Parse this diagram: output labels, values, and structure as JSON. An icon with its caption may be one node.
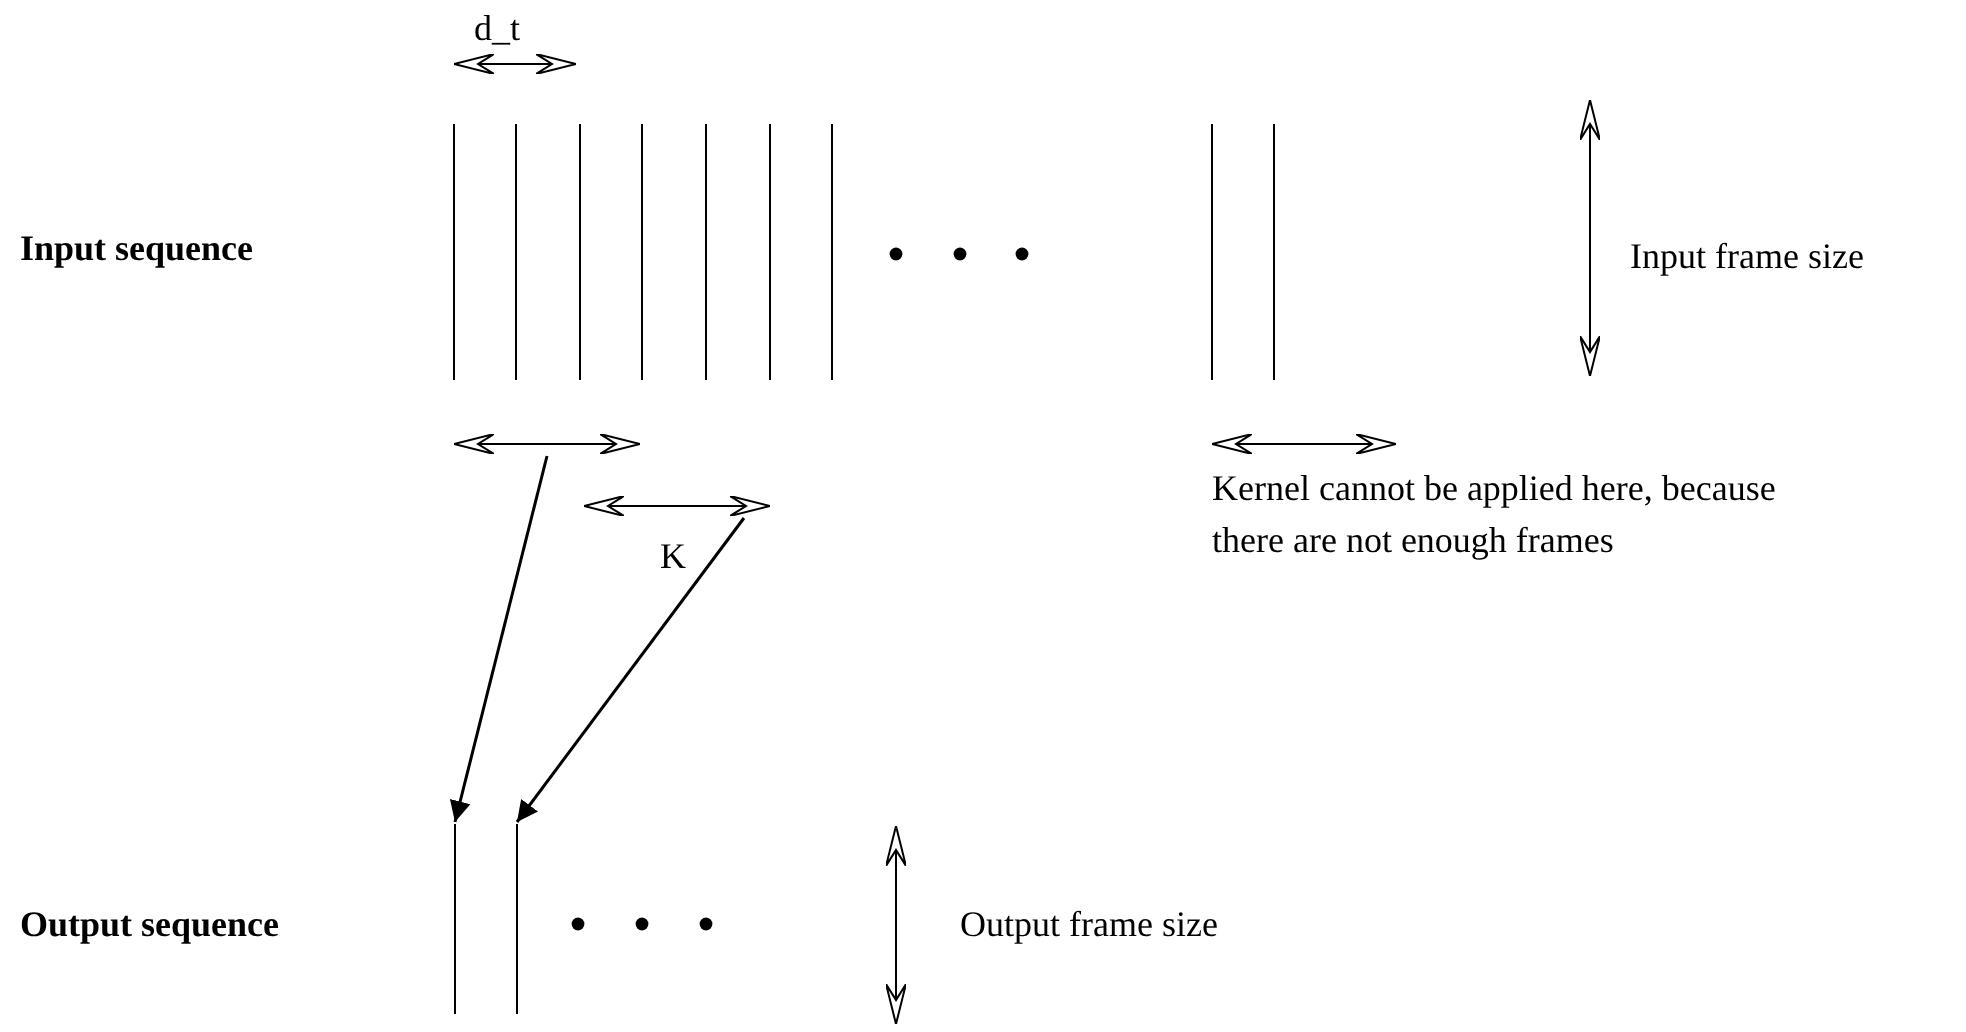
{
  "diagram": {
    "nodes": [
      {
        "text": [],
        "shape": "bar"
      },
      {
        "text": [],
        "shape": "bar",
        "beside": [
          "K"
        ]
      },
      {
        "text": [],
        "shape": "bar"
      },
      {
        "text": [],
        "shape": "bar"
      }
    ],
    "edges": [
      {
        "from": 0,
        "to": 2,
        "arrow": "to"
      },
      {
        "from": 1,
        "to": 3,
        "arrow": "to"
      }
    ],
    "labels": [
      "d_t",
      "Input sequence",
      "Input frame size",
      "Kernel cannot be applied here, because there are not enough frames",
      "Output sequence",
      "Output frame size"
    ]
  }
}
